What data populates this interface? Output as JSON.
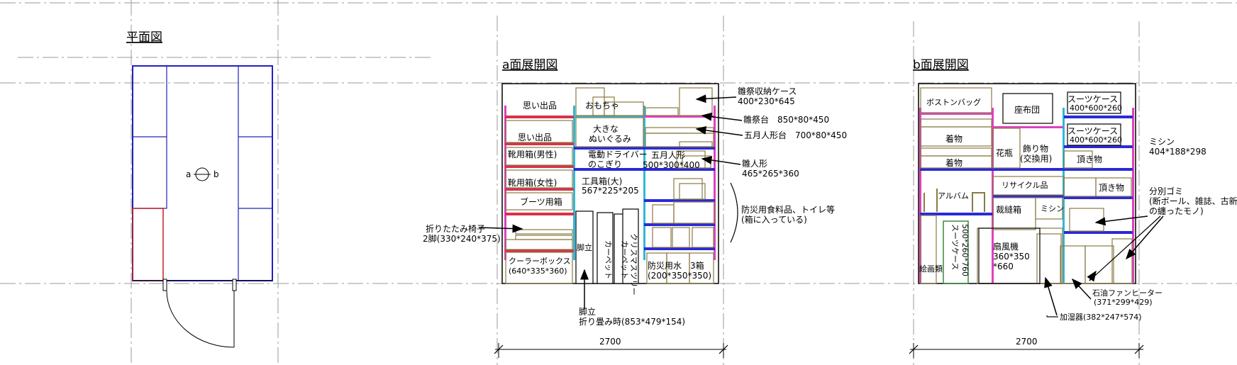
{
  "plan": {
    "title": "平面図",
    "marker_a": "a",
    "marker_b": "b"
  },
  "a_view": {
    "title": "a面展開図",
    "dimension": "2700",
    "labels": {
      "omoide1": "思い出品",
      "omocha": "おもちゃ",
      "omoide2": "思い出品",
      "ookina_1": "大きな",
      "ookina_2": "ぬいぐるみ",
      "kutsu_m": "靴用箱(男性)",
      "dendo_1": "電動ドライバー",
      "dendo_2": "のこぎり",
      "gogatsu_1": "五月人形",
      "gogatsu_2": "500*300*400",
      "kutsu_f": "靴用箱(女性)",
      "kougu_1": "工具箱(大)",
      "kougu_2": "567*225*205",
      "boots": "ブーツ用箱",
      "cooler_1": "クーラーボックス",
      "cooler_2": "(640*335*360)",
      "kyatatsu": "脚立",
      "carpet1": "カーペット",
      "carpet2": "カーペット",
      "xmas": "クリスマスツリー",
      "water_1": "防災用水　3箱",
      "water_2": "(200*350*350)"
    },
    "callouts": {
      "hina_case_1": "雛祭収納ケース",
      "hina_case_2": "400*230*645",
      "hina_dai": "雛祭台　850*80*450",
      "gogatsu_dai": "五月人形台　700*80*450",
      "hina_1": "雛人形",
      "hina_2": "465*265*360",
      "bousai_1": "防災用食料品、トイレ等",
      "bousai_2": "(箱に入っている)",
      "chair_1": "折りたたみ椅子",
      "chair_2": "2脚(330*240*375)",
      "kyatatsu_1": "脚立",
      "kyatatsu_2": "折り畳み時(853*479*154)"
    }
  },
  "b_view": {
    "title": "b面展開図",
    "dimension": "2700",
    "labels": {
      "boston": "ボストンバッグ",
      "zabuton": "座布団",
      "suitcase1_1": "スーツケース",
      "suitcase1_2": "400*600*260",
      "kimono1": "着物",
      "suitcase2_1": "スーツケース",
      "suitcase2_2": "400*600*260",
      "kabin": "花瓶",
      "kazari_1": "飾り物",
      "kazari_2": "(交換用)",
      "kimono2": "着物",
      "itadaki1": "頂き物",
      "recycle": "リサイクル品",
      "album": "アルバム",
      "saihou": "裁縫箱",
      "mishin_in": "ミシン",
      "itadaki2": "頂き物",
      "suitcase_v": "スーツケース",
      "suitcase_v_dim": "500*260*760",
      "senpuki_1": "扇風機",
      "senpuki_2": "360*350",
      "senpuki_3": "*660",
      "kaiga": "絵画類"
    },
    "callouts": {
      "mishin_1": "ミシン",
      "mishin_2": "404*188*298",
      "gomi_1": "分別ゴミ",
      "gomi_2": "(断ボール、雑誌、古新聞",
      "gomi_3": "の纏ったモノ)",
      "heater_1": "石油ファンヒーター",
      "heater_2": "(371*299*429)",
      "kashitsu": "加湿器(382*247*574)"
    }
  },
  "colors": {
    "shelf_red": "#d8324a",
    "shelf_magenta": "#e040c0",
    "shelf_blue": "#2a2ad8",
    "post_cyan": "#30b8d8",
    "box_brown": "#8a7a44",
    "wall": "#000000",
    "plan_blue": "#2020c0",
    "plan_red": "#c02020",
    "center_line": "#9a9a9a",
    "suitcase_green": "#3a8a3a"
  }
}
